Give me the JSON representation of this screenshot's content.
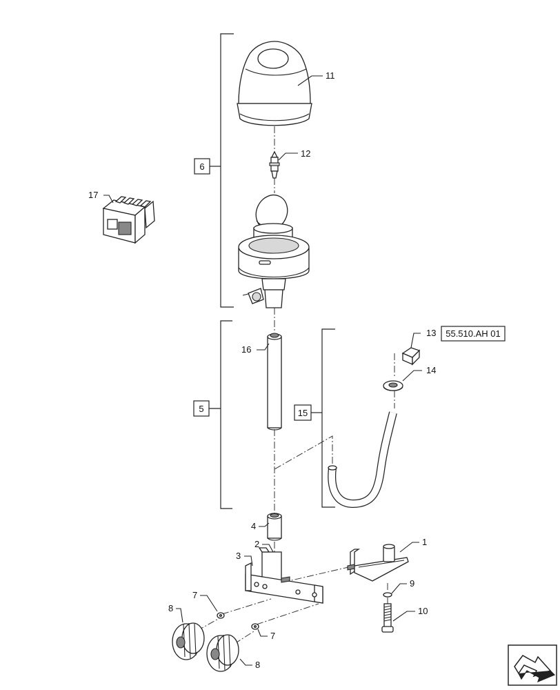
{
  "callouts": {
    "c1": "1",
    "c2": "2",
    "c3": "3",
    "c4": "4",
    "c5": "5",
    "c6": "6",
    "c7a": "7",
    "c7b": "7",
    "c8a": "8",
    "c8b": "8",
    "c9": "9",
    "c10": "10",
    "c11": "11",
    "c12": "12",
    "c13": "13",
    "c14": "14",
    "c15": "15",
    "c16": "16",
    "c17": "17"
  },
  "reference": "55.510.AH 01",
  "nav_icon": "next-page-arrow-icon"
}
